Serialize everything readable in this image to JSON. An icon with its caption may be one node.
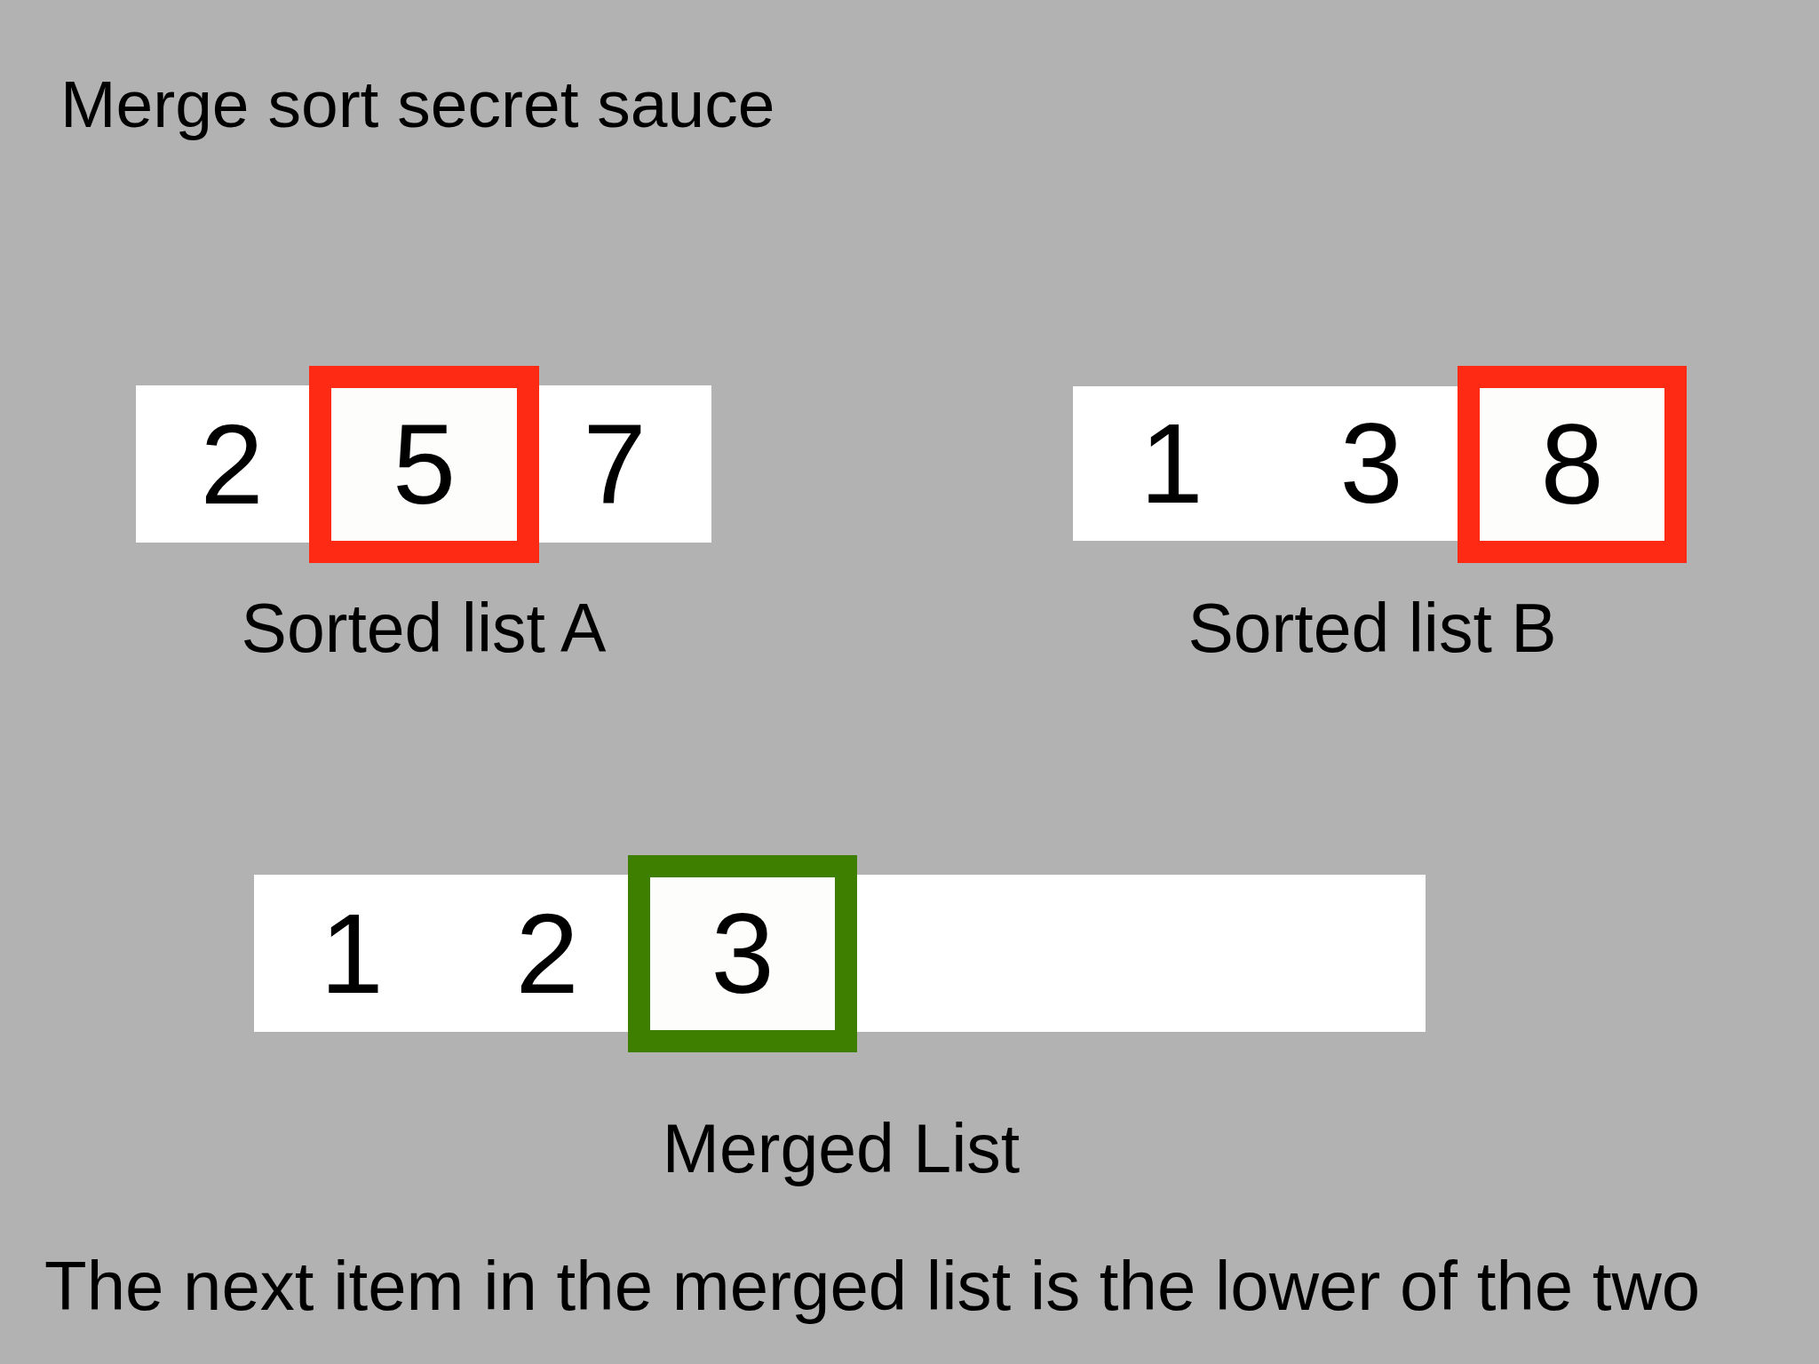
{
  "diagram": {
    "title": "Merge sort secret sauce",
    "nodes": [
      {
        "text": [
          "2"
        ]
      },
      {
        "text": [
          "5"
        ]
      },
      {
        "text": [
          "7"
        ]
      },
      {
        "text": [
          "1"
        ]
      },
      {
        "text": [
          "3"
        ]
      },
      {
        "text": [
          "8"
        ]
      },
      {
        "text": [
          "1"
        ]
      },
      {
        "text": [
          "2"
        ]
      },
      {
        "text": [
          "3"
        ]
      },
      {
        "text": [],
        "shape": "box"
      }
    ],
    "labels": [
      "Sorted list A",
      "Sorted list B",
      "Merged List"
    ],
    "caption": "The next item in the merged list is the lower of the two"
  }
}
